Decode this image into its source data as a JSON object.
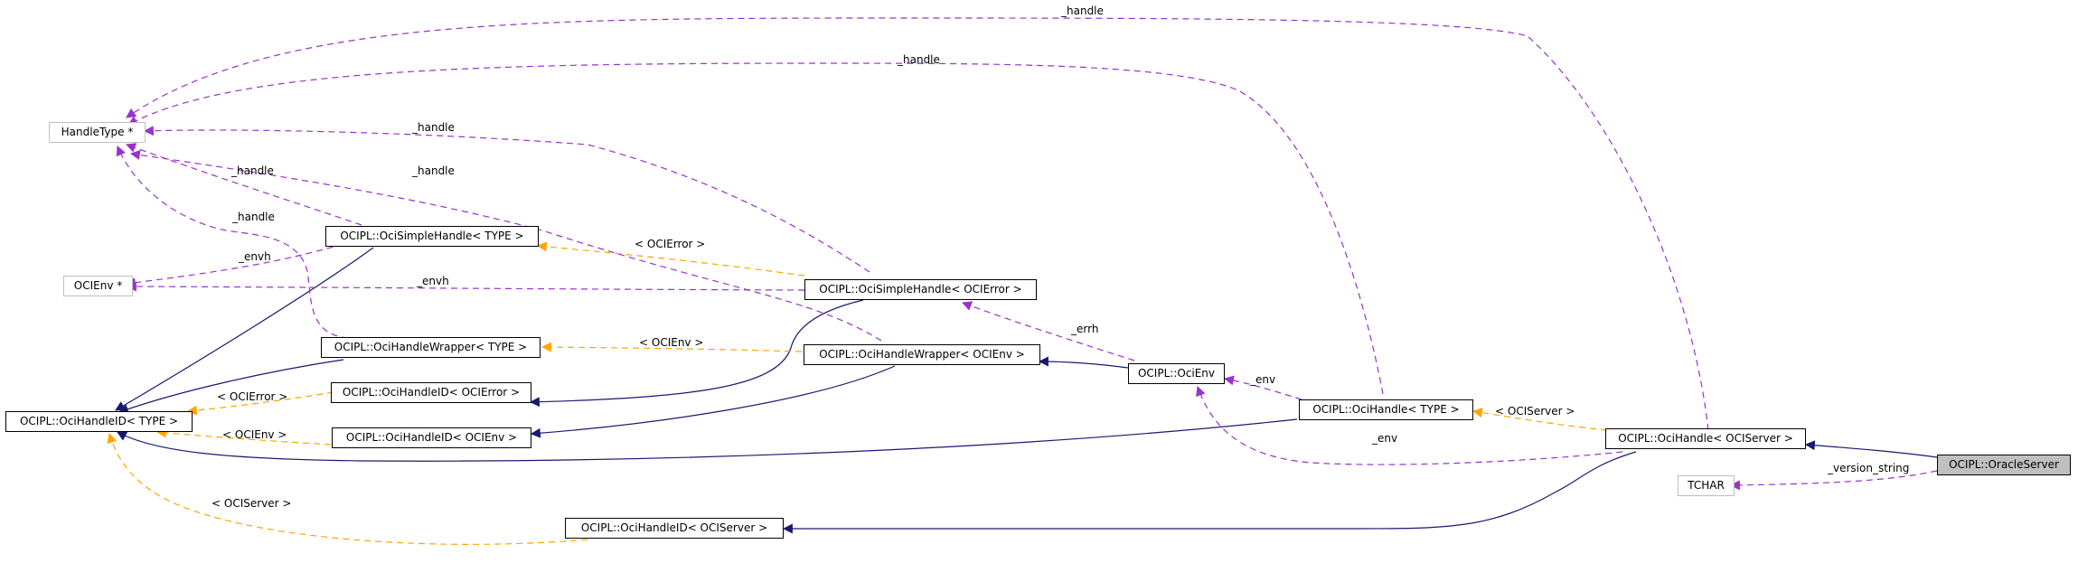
{
  "nodes": {
    "handle_type": "HandleType *",
    "oci_env_ptr": "OCIEnv *",
    "handle_id_type": "OCIPL::OciHandleID< TYPE >",
    "simple_handle_type": "OCIPL::OciSimpleHandle< TYPE >",
    "handle_wrapper_type": "OCIPL::OciHandleWrapper< TYPE >",
    "handle_id_ocierror": "OCIPL::OciHandleID< OCIError >",
    "handle_id_ocienv": "OCIPL::OciHandleID< OCIEnv >",
    "handle_id_ociserver": "OCIPL::OciHandleID< OCIServer >",
    "simple_handle_ocierror": "OCIPL::OciSimpleHandle< OCIError >",
    "handle_wrapper_ocienv": "OCIPL::OciHandleWrapper< OCIEnv >",
    "oci_env": "OCIPL::OciEnv",
    "handle_type_tpl": "OCIPL::OciHandle< TYPE >",
    "handle_ociserver": "OCIPL::OciHandle< OCIServer >",
    "tchar": "TCHAR",
    "oracle_server": "OCIPL::OracleServer"
  },
  "edge_labels": {
    "handle_1": "_handle",
    "handle_2": "_handle",
    "handle_3": "_handle",
    "handle_4": "_handle",
    "handle_5": "_handle",
    "handle_6": "_handle",
    "envh_1": "_envh",
    "envh_2": "_envh",
    "ocierror_tpl_1": "< OCIError >",
    "ocierror_tpl_2": "< OCIError >",
    "ocienv_tpl_1": "< OCIEnv >",
    "ocienv_tpl_2": "< OCIEnv >",
    "ociserver_tpl_1": "< OCIServer >",
    "ociserver_tpl_2": "< OCIServer >",
    "errh": "_errh",
    "env_1": "_env",
    "env_2": "_env",
    "version_string": "_version_string"
  },
  "colors": {
    "inheritance": "#191970",
    "template_instance": "#ffa500",
    "usage": "#9a32cd",
    "external_border": "#bfbfbf",
    "focus_fill": "#bfbfbf"
  }
}
